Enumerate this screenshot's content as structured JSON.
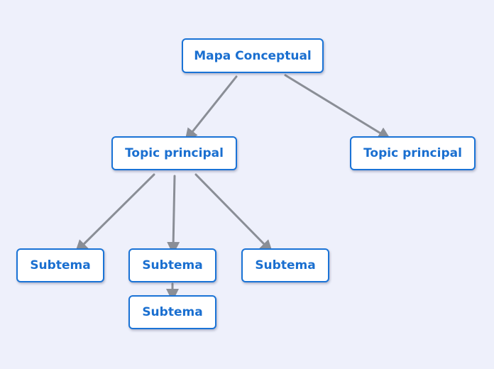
{
  "colors": {
    "background": "#eef0fb",
    "node_border": "#1a73d6",
    "node_text": "#1a6fd0",
    "connector": "#8a8e96"
  },
  "nodes": {
    "root": "Mapa Conceptual",
    "topic_left": "Topic principal",
    "topic_right": "Topic principal",
    "sub_1": "Subtema",
    "sub_2": "Subtema",
    "sub_3": "Subtema",
    "sub_4": "Subtema"
  },
  "edges": [
    {
      "from": "root",
      "to": "topic_left"
    },
    {
      "from": "root",
      "to": "topic_right"
    },
    {
      "from": "topic_left",
      "to": "sub_1"
    },
    {
      "from": "topic_left",
      "to": "sub_2"
    },
    {
      "from": "topic_left",
      "to": "sub_3"
    },
    {
      "from": "sub_2",
      "to": "sub_4"
    }
  ]
}
